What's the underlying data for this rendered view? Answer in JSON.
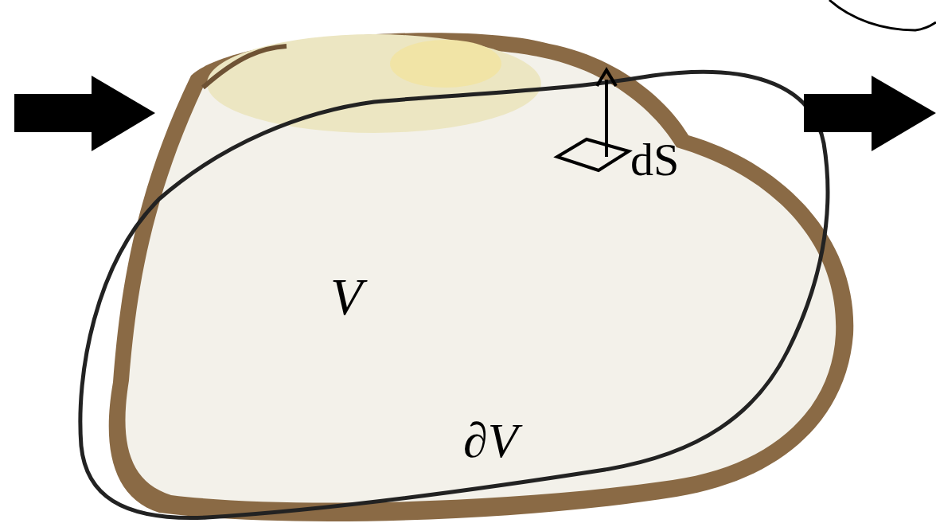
{
  "diagram": {
    "labels": [
      "V",
      "dS",
      "∂V"
    ]
  }
}
